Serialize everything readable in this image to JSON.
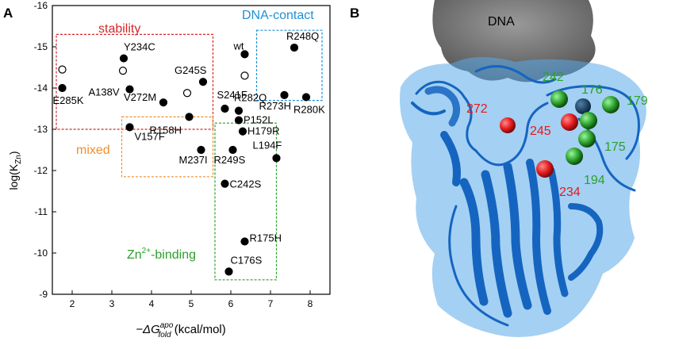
{
  "panel_a": {
    "label": "A",
    "ylabel_main": "log(K",
    "ylabel_sub": "Zn",
    "ylabel_end": ")",
    "xlabel_prefix": "−ΔG",
    "xlabel_sup": "apo",
    "xlabel_sub": "fold",
    "xlabel_suffix": " (kcal/mol)"
  },
  "groups": [
    {
      "name": "stability",
      "color": "#d62728",
      "xmin": 1.6,
      "xmax": 5.55,
      "ymin": 13.0,
      "ymax": 15.3
    },
    {
      "name": "DNA-contact",
      "color": "#1f8fd6",
      "xmin": 6.65,
      "xmax": 8.3,
      "ymin": 13.7,
      "ymax": 15.4
    },
    {
      "name": "mixed",
      "color": "#f28e2b",
      "xmin": 3.25,
      "xmax": 5.55,
      "ymin": 11.85,
      "ymax": 13.3
    },
    {
      "name": "Zn2+-binding",
      "color": "#2ca02c",
      "xmin": 5.6,
      "xmax": 7.15,
      "ymin": 9.35,
      "ymax": 13.15
    }
  ],
  "group_labels": {
    "stability": "stability",
    "dna": "DNA-contact",
    "mixed": "mixed",
    "zn_main": "Zn",
    "zn_sup": "2+",
    "zn_end": "-binding"
  },
  "chart_data": {
    "type": "scatter",
    "xlabel": "−ΔG_fold^apo (kcal/mol)",
    "ylabel": "log(K_Zn)",
    "xlim": [
      1.5,
      8.5
    ],
    "ylim": [
      -9,
      -16
    ],
    "xticks": [
      2,
      3,
      4,
      5,
      6,
      7,
      8
    ],
    "yticks": [
      -9,
      -10,
      -11,
      -12,
      -13,
      -14,
      -15,
      -16
    ],
    "points": [
      {
        "label": "wt",
        "x": 6.35,
        "y": -14.82,
        "filled": true
      },
      {
        "label": "",
        "x": 6.35,
        "y": -14.3,
        "filled": false
      },
      {
        "label": "R248Q",
        "x": 7.6,
        "y": -14.98,
        "filled": true
      },
      {
        "label": "R273H",
        "x": 7.35,
        "y": -13.83,
        "filled": true
      },
      {
        "label": "R280K",
        "x": 7.9,
        "y": -13.78,
        "filled": true
      },
      {
        "label": "Y234C",
        "x": 3.3,
        "y": -14.72,
        "filled": true
      },
      {
        "label": "",
        "x": 3.28,
        "y": -14.42,
        "filled": false
      },
      {
        "label": "G245S",
        "x": 5.3,
        "y": -14.15,
        "filled": true
      },
      {
        "label": "A138V",
        "x": 3.45,
        "y": -13.97,
        "filled": true
      },
      {
        "label": "V272M",
        "x": 4.3,
        "y": -13.65,
        "filled": true
      },
      {
        "label": "",
        "x": 4.9,
        "y": -13.88,
        "filled": false
      },
      {
        "label": "",
        "x": 1.75,
        "y": -14.45,
        "filled": false
      },
      {
        "label": "E285K",
        "x": 1.75,
        "y": -14.0,
        "filled": true
      },
      {
        "label": "S241F",
        "x": 5.85,
        "y": -13.5,
        "filled": true
      },
      {
        "label": "R282Q",
        "x": 6.2,
        "y": -13.45,
        "filled": true
      },
      {
        "label": "P152L",
        "x": 6.2,
        "y": -13.22,
        "filled": true
      },
      {
        "label": "H179R",
        "x": 6.3,
        "y": -12.95,
        "filled": true
      },
      {
        "label": "R158H",
        "x": 4.95,
        "y": -13.3,
        "filled": true
      },
      {
        "label": "V157F",
        "x": 3.45,
        "y": -13.05,
        "filled": true
      },
      {
        "label": "M237I",
        "x": 5.25,
        "y": -12.5,
        "filled": true
      },
      {
        "label": "R249S",
        "x": 6.05,
        "y": -12.5,
        "filled": true
      },
      {
        "label": "L194F",
        "x": 7.15,
        "y": -12.3,
        "filled": true
      },
      {
        "label": "C242S",
        "x": 5.85,
        "y": -11.68,
        "filled": true
      },
      {
        "label": "R175H",
        "x": 6.35,
        "y": -10.28,
        "filled": true
      },
      {
        "label": "C176S",
        "x": 5.95,
        "y": -9.55,
        "filled": true
      }
    ]
  },
  "panel_b": {
    "label": "B",
    "dna_label": "DNA",
    "red_residues": [
      "272",
      "245",
      "234"
    ],
    "green_residues": [
      "242",
      "176",
      "179",
      "175",
      "194"
    ],
    "colors": {
      "red": "#e31a1c",
      "green": "#2ca02c",
      "protein": "#1565c0",
      "surface": "#5aa9ea",
      "dna": "#777777"
    }
  }
}
